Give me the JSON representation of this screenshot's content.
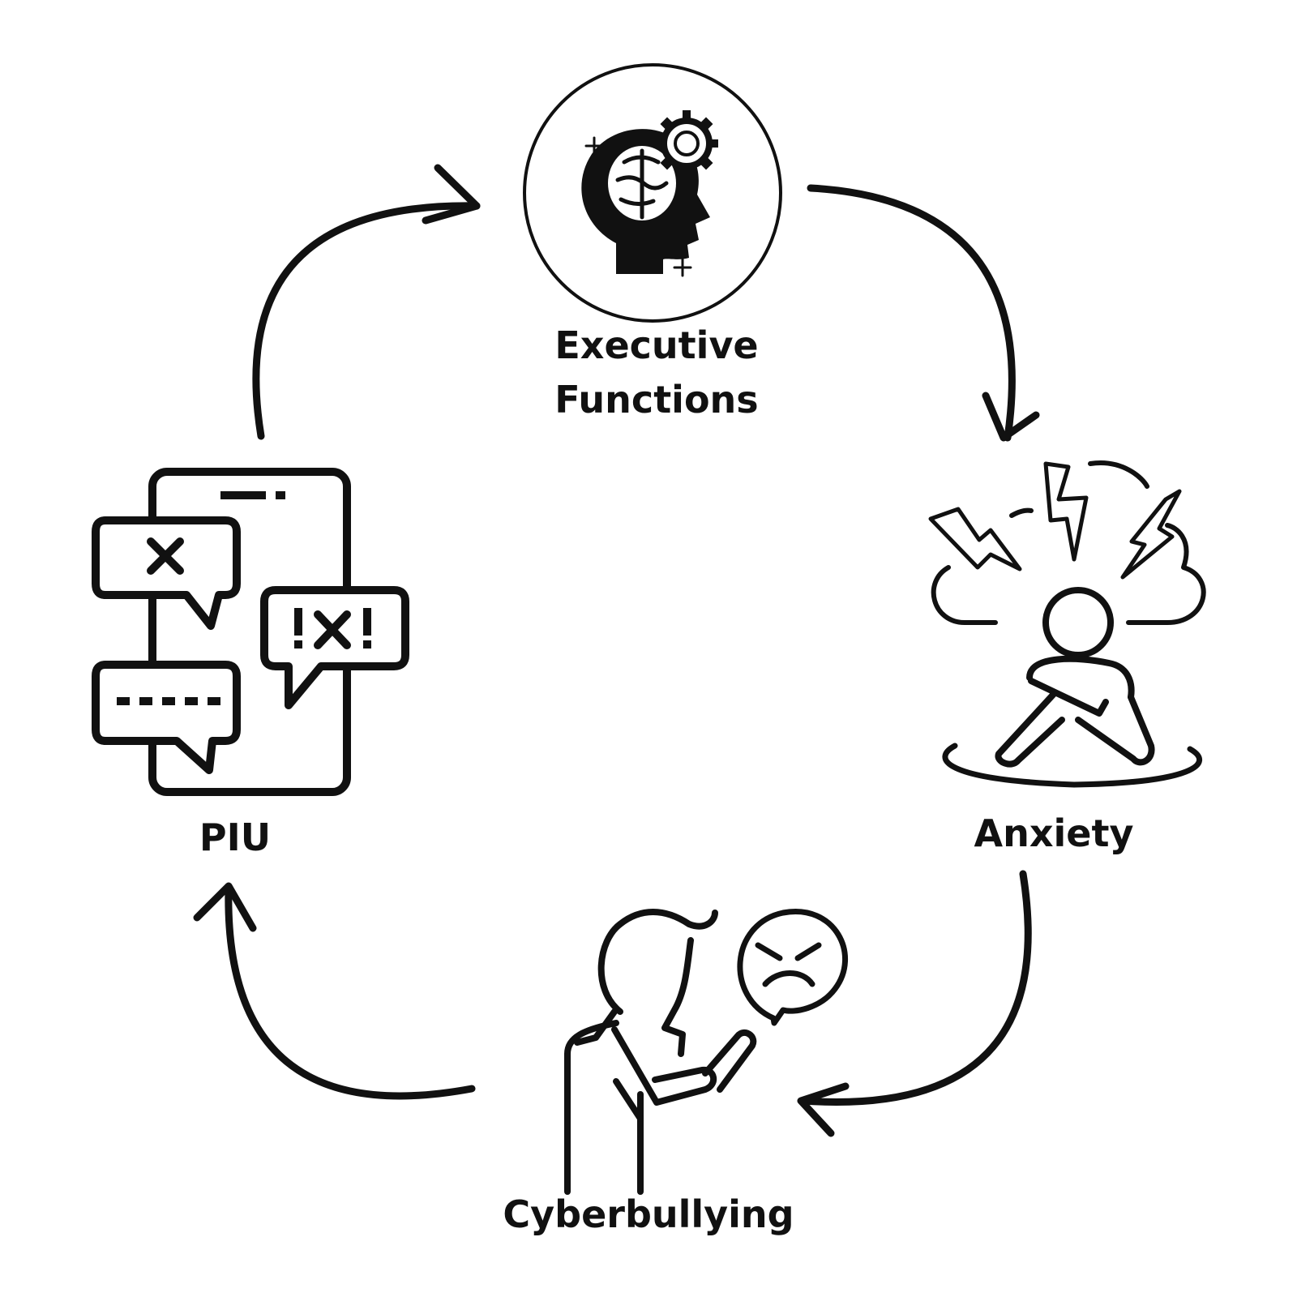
{
  "nodes": {
    "executive": {
      "line1": "Executive",
      "line2": "Functions"
    },
    "anxiety": {
      "label": "Anxiety"
    },
    "cyberbullying": {
      "label": "Cyberbullying"
    },
    "piu": {
      "label": "PIU"
    }
  },
  "icons": {
    "executive": "head-brain-gear-icon",
    "anxiety": "anxious-person-icon",
    "cyberbullying": "person-phone-angry-emoji-icon",
    "piu": "phone-chat-bubbles-icon"
  },
  "edges": [
    {
      "from": "Executive Functions",
      "to": "Anxiety"
    },
    {
      "from": "Anxiety",
      "to": "Cyberbullying"
    },
    {
      "from": "Cyberbullying",
      "to": "PIU"
    },
    {
      "from": "PIU",
      "to": "Executive Functions"
    }
  ],
  "colors": {
    "ink": "#111111",
    "background": "#ffffff"
  }
}
